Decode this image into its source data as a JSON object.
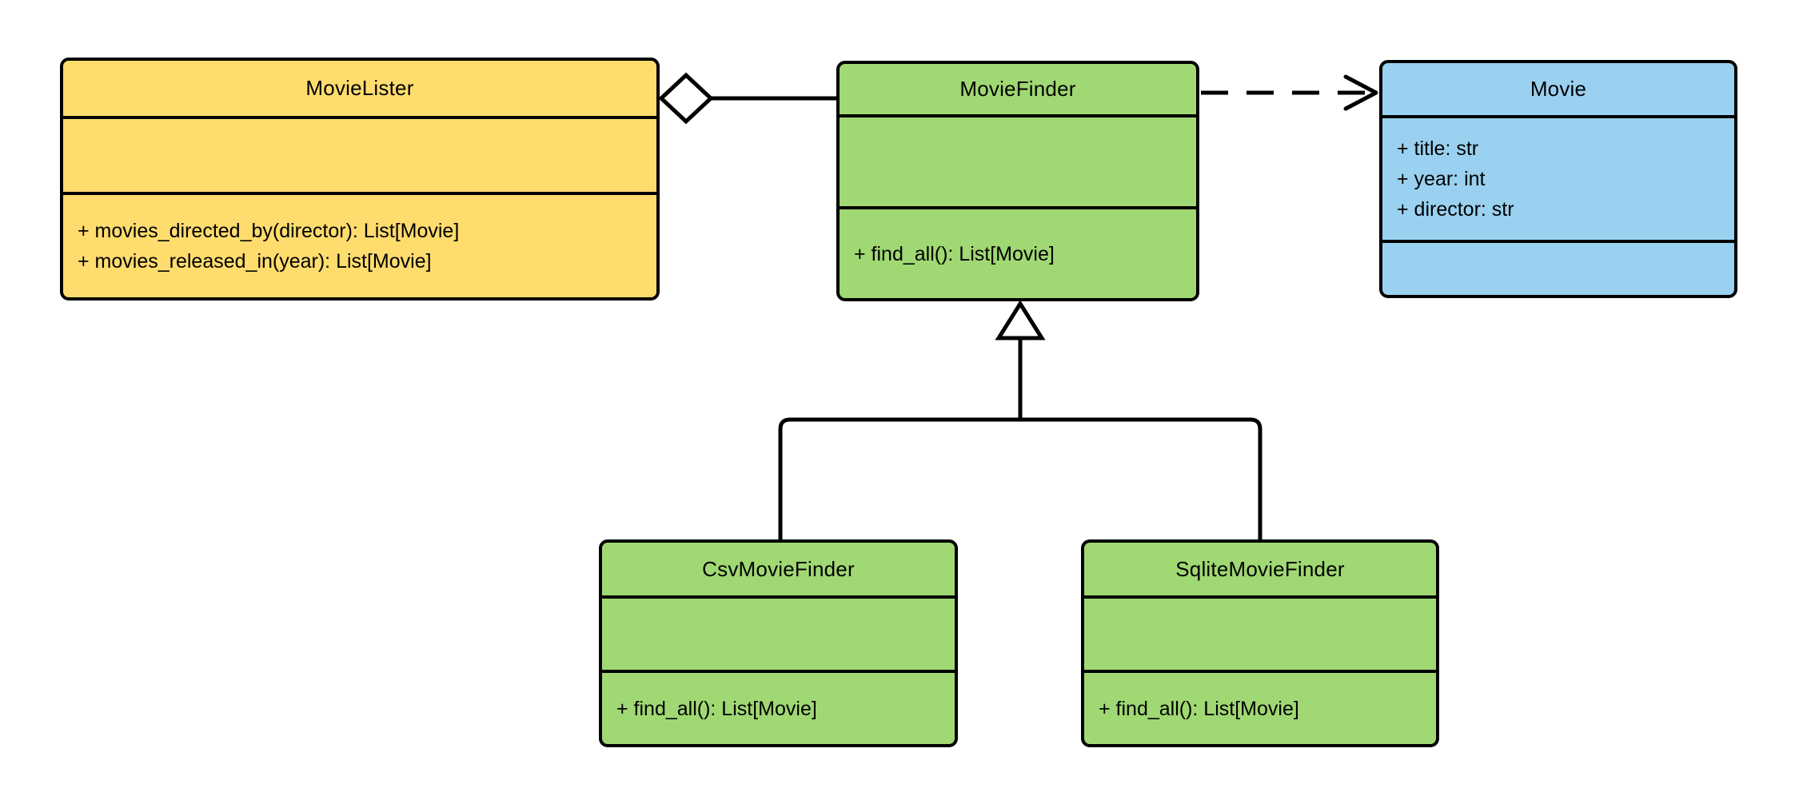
{
  "diagram": {
    "kind": "uml-class-diagram",
    "classes": [
      {
        "name": "MovieLister",
        "fill": "#FFDC6E",
        "attributes": [],
        "methods": [
          "+ movies_directed_by(director): List[Movie]",
          "+ movies_released_in(year): List[Movie]"
        ]
      },
      {
        "name": "MovieFinder",
        "fill": "#A0D873",
        "attributes": [],
        "methods": [
          "+ find_all(): List[Movie]"
        ]
      },
      {
        "name": "Movie",
        "fill": "#9AD1F0",
        "attributes": [
          "+ title: str",
          "+ year: int",
          "+ director: str"
        ],
        "methods": []
      },
      {
        "name": "CsvMovieFinder",
        "fill": "#A0D873",
        "attributes": [],
        "methods": [
          "+ find_all(): List[Movie]"
        ]
      },
      {
        "name": "SqliteMovieFinder",
        "fill": "#A0D873",
        "attributes": [],
        "methods": [
          "+ find_all(): List[Movie]"
        ]
      }
    ],
    "relationships": [
      {
        "type": "aggregation",
        "from": "MovieLister",
        "to": "MovieFinder",
        "line": "solid",
        "marker": "hollow-diamond-at-source"
      },
      {
        "type": "dependency",
        "from": "MovieFinder",
        "to": "Movie",
        "line": "dashed",
        "marker": "open-arrow-at-target"
      },
      {
        "type": "generalization",
        "from": "CsvMovieFinder",
        "to": "MovieFinder",
        "line": "solid",
        "marker": "hollow-triangle-at-target"
      },
      {
        "type": "generalization",
        "from": "SqliteMovieFinder",
        "to": "MovieFinder",
        "line": "solid",
        "marker": "hollow-triangle-at-target"
      }
    ],
    "colors": {
      "yellow_fill": "#FFDC6E",
      "green_fill": "#A0D873",
      "blue_fill": "#9AD1F0",
      "line": "#000000",
      "background": "#FFFFFF"
    }
  }
}
